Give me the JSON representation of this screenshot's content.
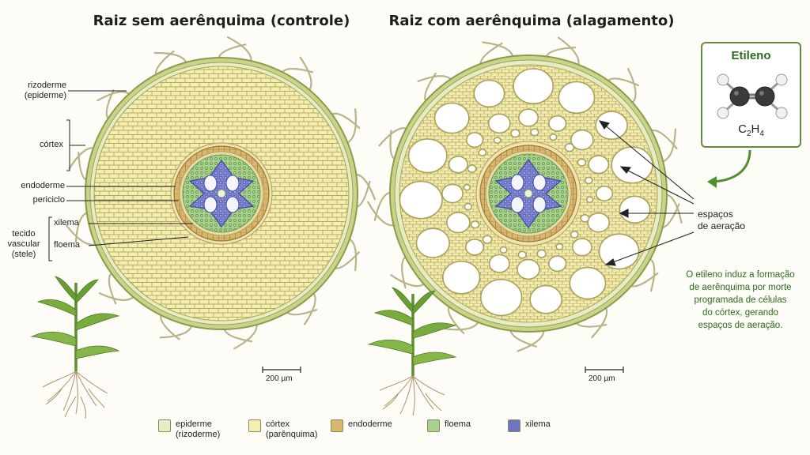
{
  "titles": {
    "left": "Raiz sem aerênquima (controle)",
    "right": "Raiz com aerênquima (alagamento)"
  },
  "left_labels": {
    "rizoderme": "rizoderme",
    "rizoderme_sub": "(epiderme)",
    "cortex": "córtex",
    "endoderme": "endoderme",
    "periciclo": "periciclo",
    "xilema": "xilema",
    "floema": "floema",
    "tecido_1": "tecido",
    "tecido_2": "vascular",
    "tecido_3": "(stele)"
  },
  "right_labels": {
    "espacos_1": "espaços",
    "espacos_2": "de aeração"
  },
  "ethylene": {
    "title": "Etileno",
    "formula_c": "C",
    "formula_c_sub": "2",
    "formula_h": "H",
    "formula_h_sub": "4"
  },
  "note": {
    "line1": "O etileno induz a formação",
    "line2": "de aerênquima por morte",
    "line3": "programada de células",
    "line4": "do córtex, gerando",
    "line5": "espaços de aeração."
  },
  "scale": {
    "left": "200 µm",
    "right": "200 µm"
  },
  "legend": [
    {
      "label": "epiderme",
      "sub": "(rizoderme)",
      "color": "#e6edc4"
    },
    {
      "label": "córtex",
      "sub": "(parênquima)",
      "color": "#f4edb4"
    },
    {
      "label": "endoderme",
      "sub": "",
      "color": "#d9b56d"
    },
    {
      "label": "floema",
      "sub": "",
      "color": "#a9d08e"
    },
    {
      "label": "xilema",
      "sub": "",
      "color": "#6e76c4"
    }
  ],
  "colors": {
    "accent_green": "#2f6a1f",
    "cortex": "#f4edb4",
    "epidermis": "#c9d48a",
    "endoderm": "#d9b56d",
    "phloem": "#a9d08e",
    "xylem": "#6e76c4"
  }
}
